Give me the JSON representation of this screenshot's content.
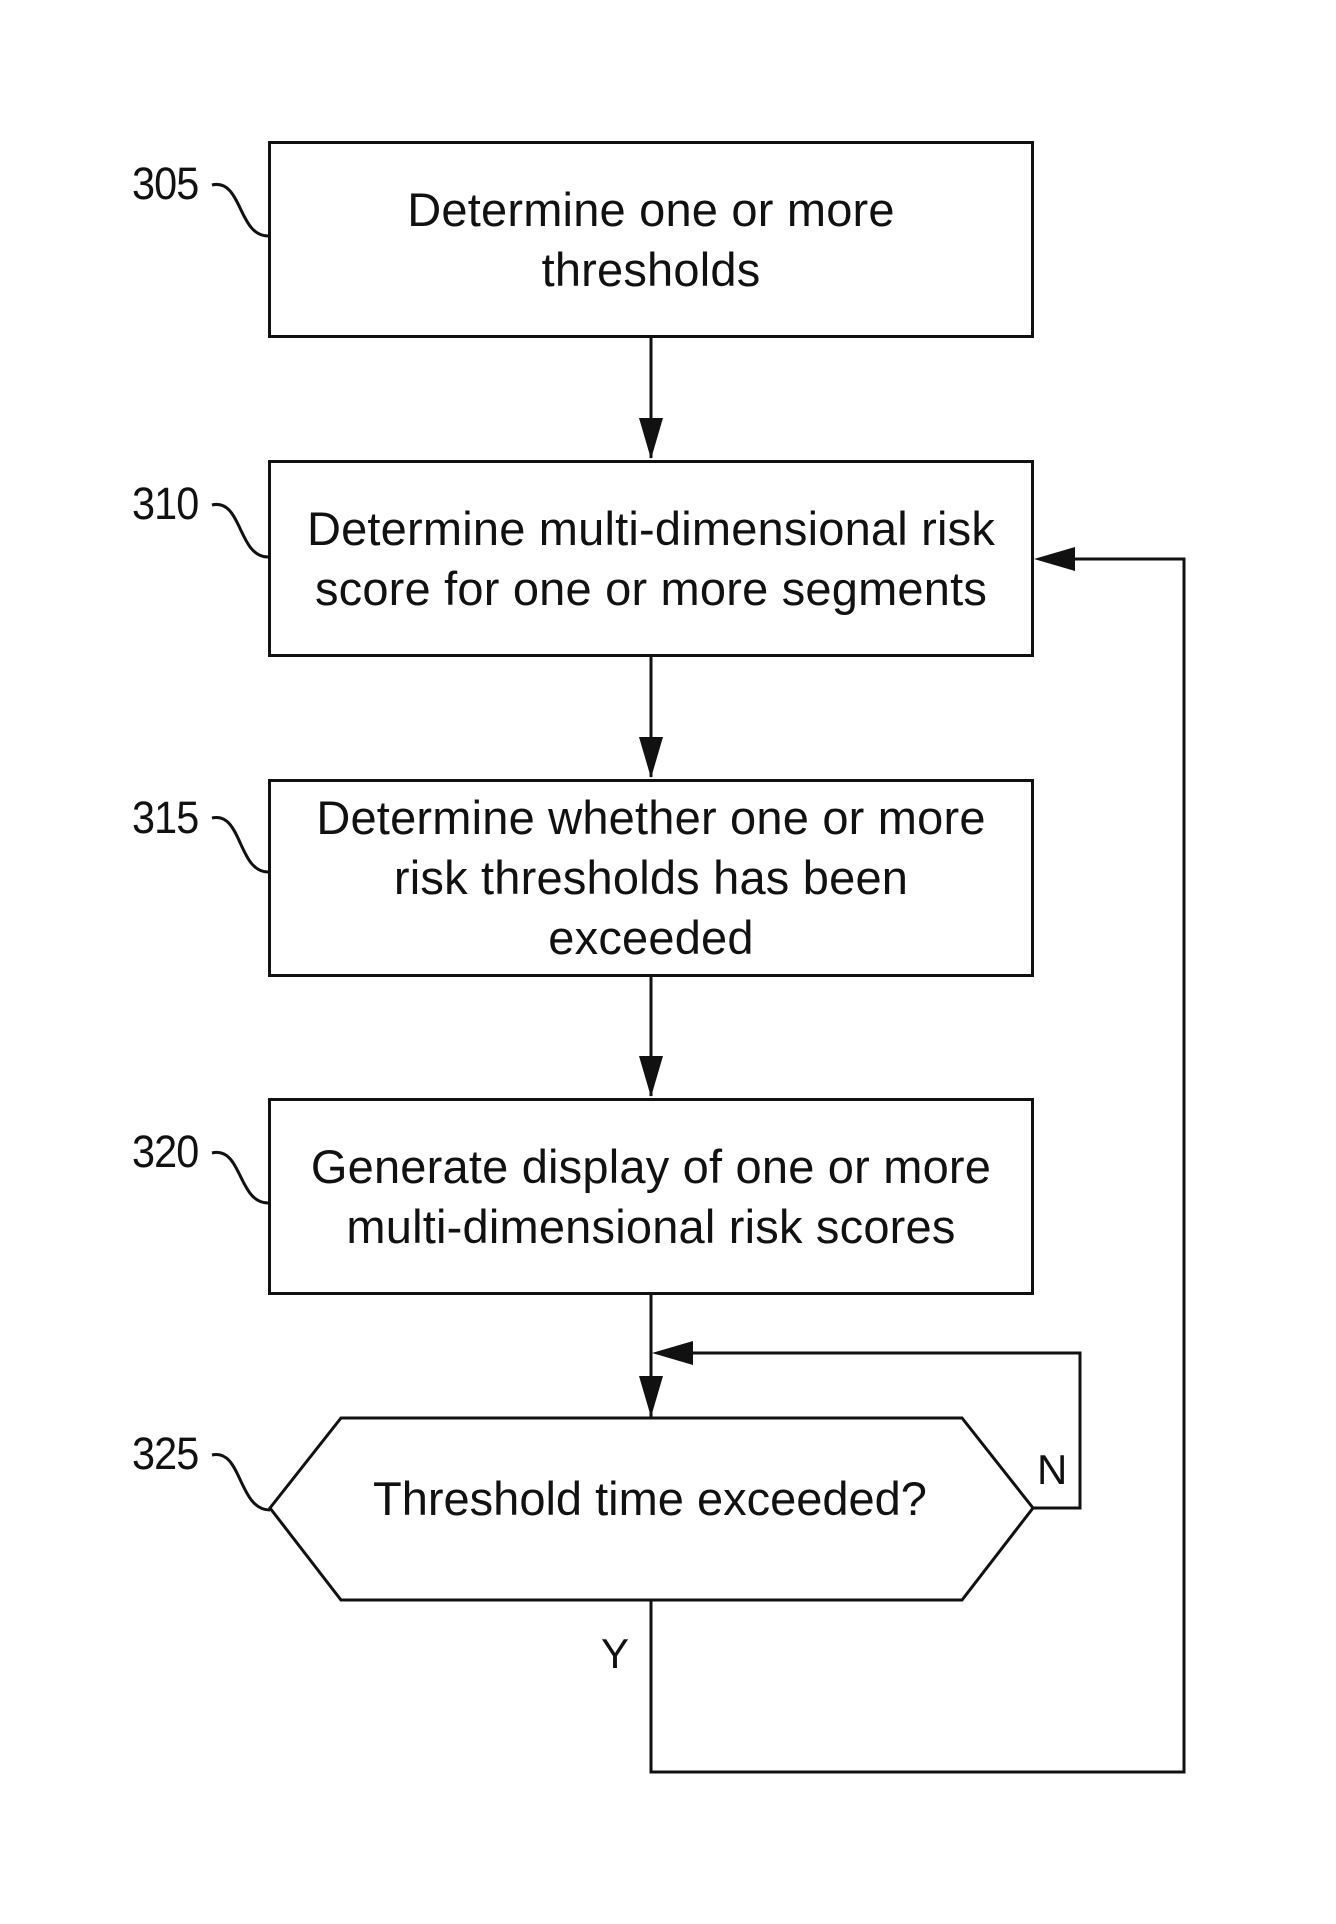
{
  "steps": [
    {
      "ref": "305",
      "lines": [
        "Determine one or more",
        "thresholds"
      ]
    },
    {
      "ref": "310",
      "lines": [
        "Determine multi-dimensional risk",
        "score for one or more segments"
      ]
    },
    {
      "ref": "315",
      "lines": [
        "Determine whether one or more",
        "risk thresholds has been",
        "exceeded"
      ]
    },
    {
      "ref": "320",
      "lines": [
        "Generate display of one or more",
        "multi-dimensional risk scores"
      ]
    }
  ],
  "decision": {
    "ref": "325",
    "text": "Threshold time exceeded?",
    "no_label": "N",
    "yes_label": "Y"
  }
}
